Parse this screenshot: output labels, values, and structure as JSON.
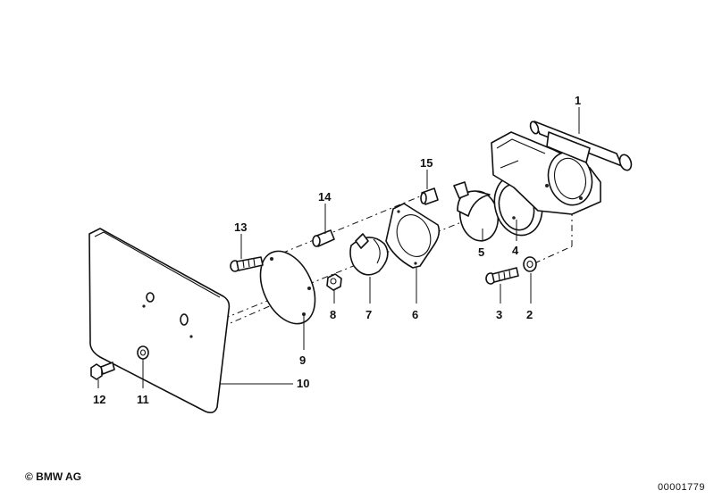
{
  "diagram": {
    "callouts": [
      {
        "id": "1",
        "label": "1"
      },
      {
        "id": "2",
        "label": "2"
      },
      {
        "id": "3",
        "label": "3"
      },
      {
        "id": "4",
        "label": "4"
      },
      {
        "id": "5",
        "label": "5"
      },
      {
        "id": "6",
        "label": "6"
      },
      {
        "id": "7",
        "label": "7"
      },
      {
        "id": "8",
        "label": "8"
      },
      {
        "id": "9",
        "label": "9"
      },
      {
        "id": "10",
        "label": "10"
      },
      {
        "id": "11",
        "label": "11"
      },
      {
        "id": "12",
        "label": "12"
      },
      {
        "id": "13",
        "label": "13"
      },
      {
        "id": "14",
        "label": "14"
      },
      {
        "id": "15",
        "label": "15"
      }
    ]
  },
  "footer": {
    "copyright": "© BMW AG",
    "diagram_id": "00001779"
  },
  "colors": {
    "line": "#111111",
    "background": "#ffffff"
  }
}
